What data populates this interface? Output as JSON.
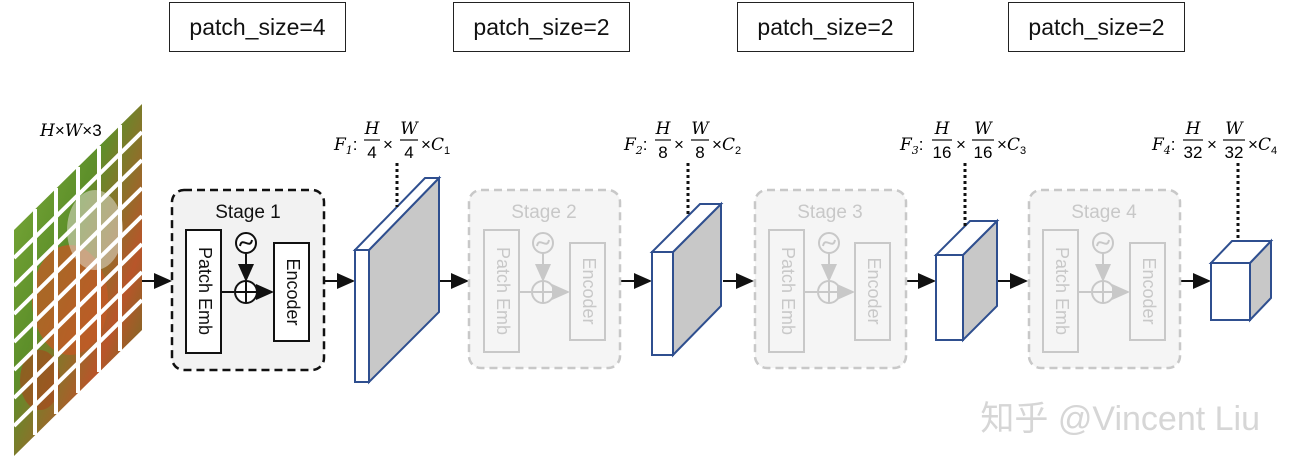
{
  "patch_labels": [
    "patch_size=4",
    "patch_size=2",
    "patch_size=2",
    "patch_size=2"
  ],
  "input_label": {
    "H": "H",
    "W": "W",
    "n": "3",
    "times": "×"
  },
  "stages": [
    {
      "title": "Stage 1",
      "patch_emb": "Patch Emb",
      "encoder": "Encoder",
      "active": true
    },
    {
      "title": "Stage 2",
      "patch_emb": "Patch Emb",
      "encoder": "Encoder",
      "active": false
    },
    {
      "title": "Stage 3",
      "patch_emb": "Patch Emb",
      "encoder": "Encoder",
      "active": false
    },
    {
      "title": "Stage 4",
      "patch_emb": "Patch Emb",
      "encoder": "Encoder",
      "active": false
    }
  ],
  "features": [
    {
      "F": "F",
      "sub": "1",
      "h_den": "4",
      "w_den": "4",
      "C": "C",
      "c_sub": "1"
    },
    {
      "F": "F",
      "sub": "2",
      "h_den": "8",
      "w_den": "8",
      "C": "C",
      "c_sub": "2"
    },
    {
      "F": "F",
      "sub": "3",
      "h_den": "16",
      "w_den": "16",
      "C": "C",
      "c_sub": "3"
    },
    {
      "F": "F",
      "sub": "4",
      "h_den": "32",
      "w_den": "32",
      "C": "C",
      "c_sub": "4"
    }
  ],
  "math": {
    "H": "H",
    "W": "W",
    "times": "×",
    "colon": ":"
  },
  "watermark": "知乎 @Vincent Liu",
  "colors": {
    "cube_edge": "#2f4f8f",
    "cube_side": "#c8c8c8",
    "active_border": "#111111",
    "inactive": "#c8c8c8",
    "inactive_fill": "#f3f3f3",
    "watermark": "#dcdcdc"
  }
}
